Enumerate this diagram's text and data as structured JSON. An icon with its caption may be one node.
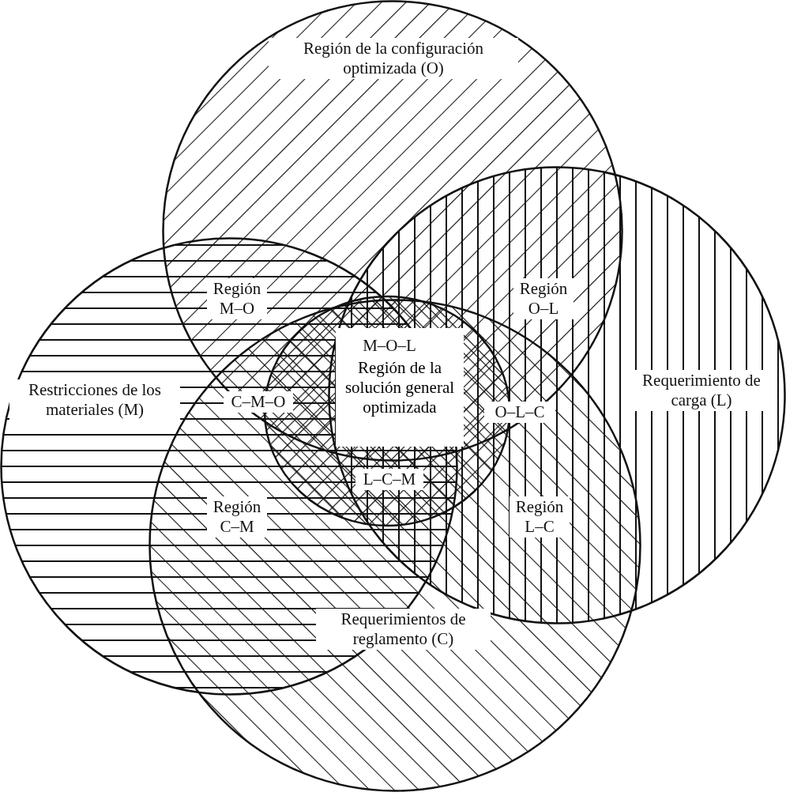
{
  "diagram": {
    "nodes": [
      {
        "text": [
          "Región de la configuración optimizada (O)"
        ]
      },
      {
        "text": [
          "Restricciones de los materiales (M)"
        ]
      },
      {
        "text": [
          "Requerimiento de carga (L)"
        ]
      },
      {
        "text": [
          "Requerimientos de reglamento (C)"
        ]
      },
      {
        "text": [
          "Región de la solución general optimizada"
        ]
      }
    ],
    "labels": [
      "Región M–O",
      "Región O–L",
      "M–O–L",
      "C–M–O",
      "O–L–C",
      "L–C–M",
      "Región C–M",
      "Región L–C"
    ]
  }
}
